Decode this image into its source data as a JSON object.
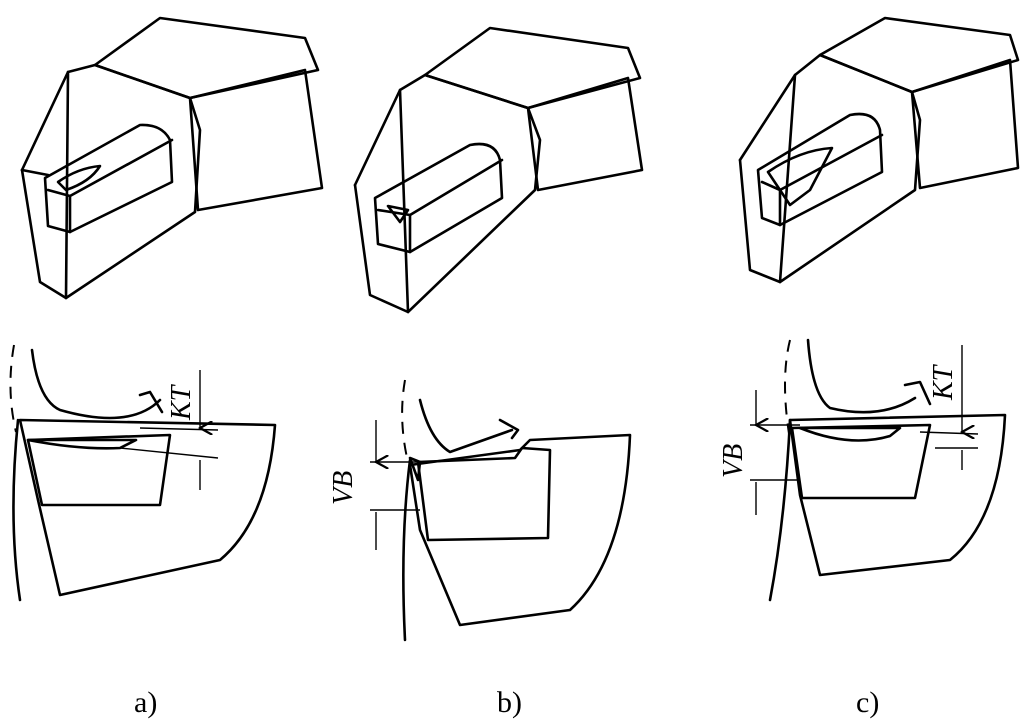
{
  "figures": [
    {
      "caption": "a)",
      "labels": {
        "kt": "KT"
      }
    },
    {
      "caption": "b)",
      "labels": {
        "vb": "VB"
      }
    },
    {
      "caption": "c)",
      "labels": {
        "kt": "KT",
        "vb": "VB"
      }
    }
  ],
  "icons": {
    "tool": "cutting-tool-perspective",
    "section": "tool-wear-cross-section"
  }
}
